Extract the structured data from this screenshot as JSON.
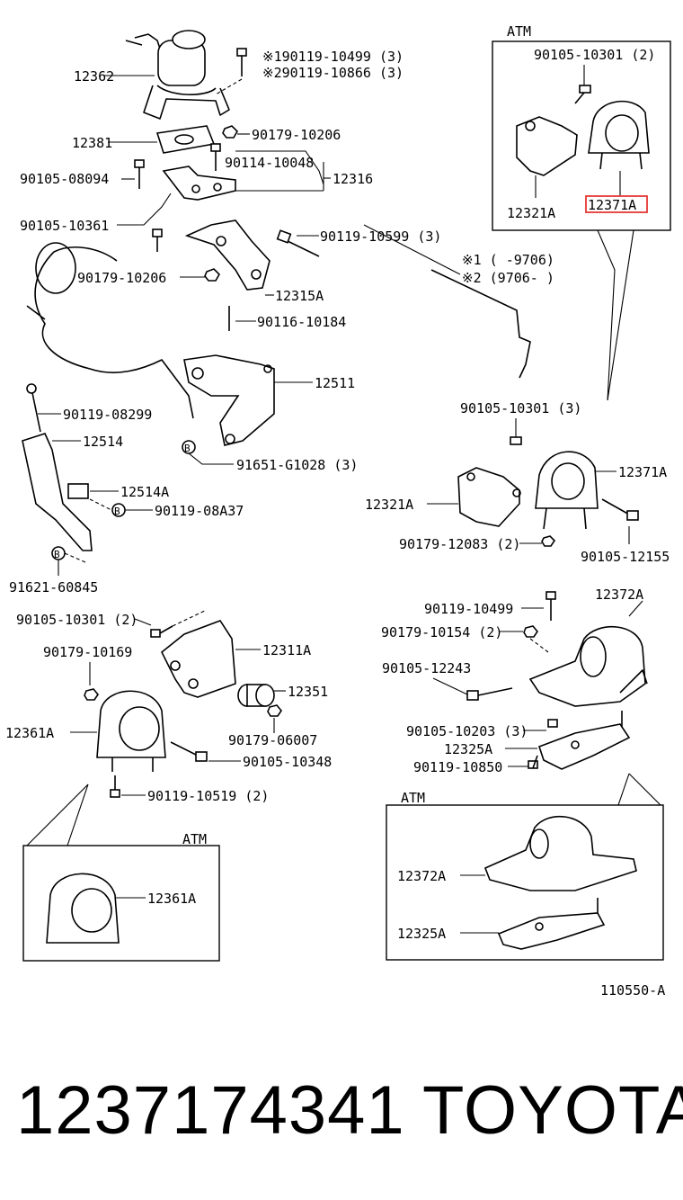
{
  "diagram": {
    "ref_code": "110550-A",
    "atm_label": "ATM",
    "labels": {
      "l_12362": "12362",
      "l_190119": "※190119-10499 (3)",
      "l_290119": "※290119-10866 (3)",
      "l_12381": "12381",
      "l_90179_10206a": "90179-10206",
      "l_90114": "90114-10048",
      "l_12316": "12316",
      "l_90105_08094": "90105-08094",
      "l_90105_10361": "90105-10361",
      "l_90119_10599": "90119-10599 (3)",
      "l_90179_10206b": "90179-10206",
      "l_12315A": "12315A",
      "l_90116": "90116-10184",
      "l_12511": "12511",
      "l_90119_08299": "90119-08299",
      "l_12514": "12514",
      "l_12514A": "12514A",
      "l_90119_08A37": "90119-08A37",
      "l_91651": "91651-G1028 (3)",
      "l_91621": "91621-60845",
      "l_star1": "※1 (      -9706)",
      "l_star2": "※2 (9706-      )",
      "l_atm_90105_10301": "90105-10301 (2)",
      "l_atm_12321A": "12321A",
      "l_atm_12371A": "12371A",
      "l_90105_10301_3": "90105-10301 (3)",
      "l_12371A": "12371A",
      "l_12321A": "12321A",
      "l_90179_12083": "90179-12083 (2)",
      "l_90105_12155": "90105-12155",
      "l_90105_10301_2": "90105-10301 (2)",
      "l_12311A": "12311A",
      "l_90179_10169": "90179-10169",
      "l_12351": "12351",
      "l_12361A": "12361A",
      "l_90179_06007": "90179-06007",
      "l_90105_10348": "90105-10348",
      "l_90119_10519": "90119-10519 (2)",
      "l_atm_12361A": "12361A",
      "l_90119_10499": "90119-10499",
      "l_12372A": "12372A",
      "l_90179_10154": "90179-10154 (2)",
      "l_90105_12243": "90105-12243",
      "l_90105_10203": "90105-10203 (3)",
      "l_12325A": "12325A",
      "l_90119_10850": "90119-10850",
      "l_atm_12372A": "12372A",
      "l_atm_12325A": "12325A",
      "marker_b": "B"
    },
    "highlight_color": "#e53935"
  },
  "footer": {
    "part_number": "1237174341",
    "brand": "TOYOTA"
  }
}
